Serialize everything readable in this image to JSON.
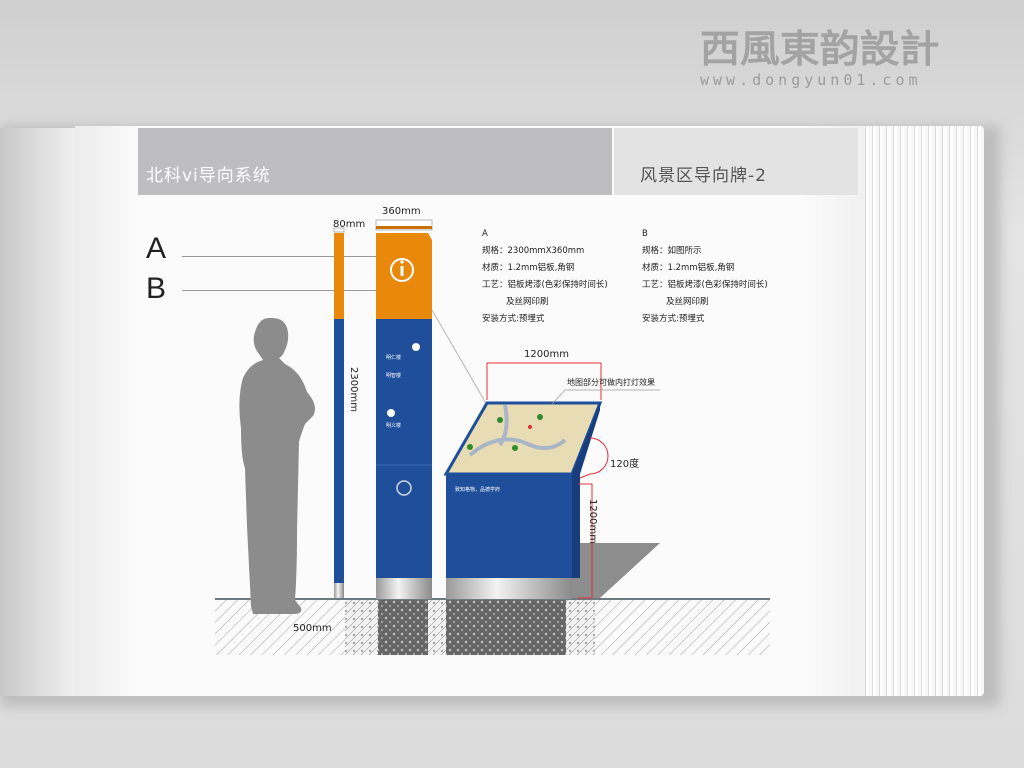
{
  "watermark": {
    "logo_text": "西風東韵設計",
    "url": "www.dongyun01.com"
  },
  "header": {
    "left_title": "北科vi导向系统",
    "right_title": "风景区导向牌-2"
  },
  "labels": {
    "a": "A",
    "b": "B"
  },
  "dimensions": {
    "pole_width": "80mm",
    "sign_width": "360mm",
    "sign_height": "2300mm",
    "map_width": "1200mm",
    "map_angle": "120度",
    "map_height": "1200mm",
    "foundation": "500mm"
  },
  "map_note": "地图部分可做内打灯效果",
  "spec_a": {
    "title": "A",
    "lines": [
      "规格：2300mmX360mm",
      "材质：1.2mm铝板,角钢",
      "工艺：铝板烤漆(色彩保持时间长)",
      "及丝网印刷",
      "安装方式:预埋式"
    ]
  },
  "spec_b": {
    "title": "B",
    "lines": [
      "规格：如图所示",
      "材质：1.2mm铝板,角钢",
      "工艺：铝板烤漆(色彩保持时间长)",
      "及丝网印刷",
      "安装方式:预埋式"
    ]
  },
  "sign": {
    "items": [
      "明仁楼",
      "明智楼",
      "明义楼"
    ],
    "slogan": "致知格物，品德学府",
    "icon": "info-icon"
  },
  "colors": {
    "orange": "#e8890c",
    "blue": "#1f4e9a",
    "dimension_red": "#e0303a"
  }
}
